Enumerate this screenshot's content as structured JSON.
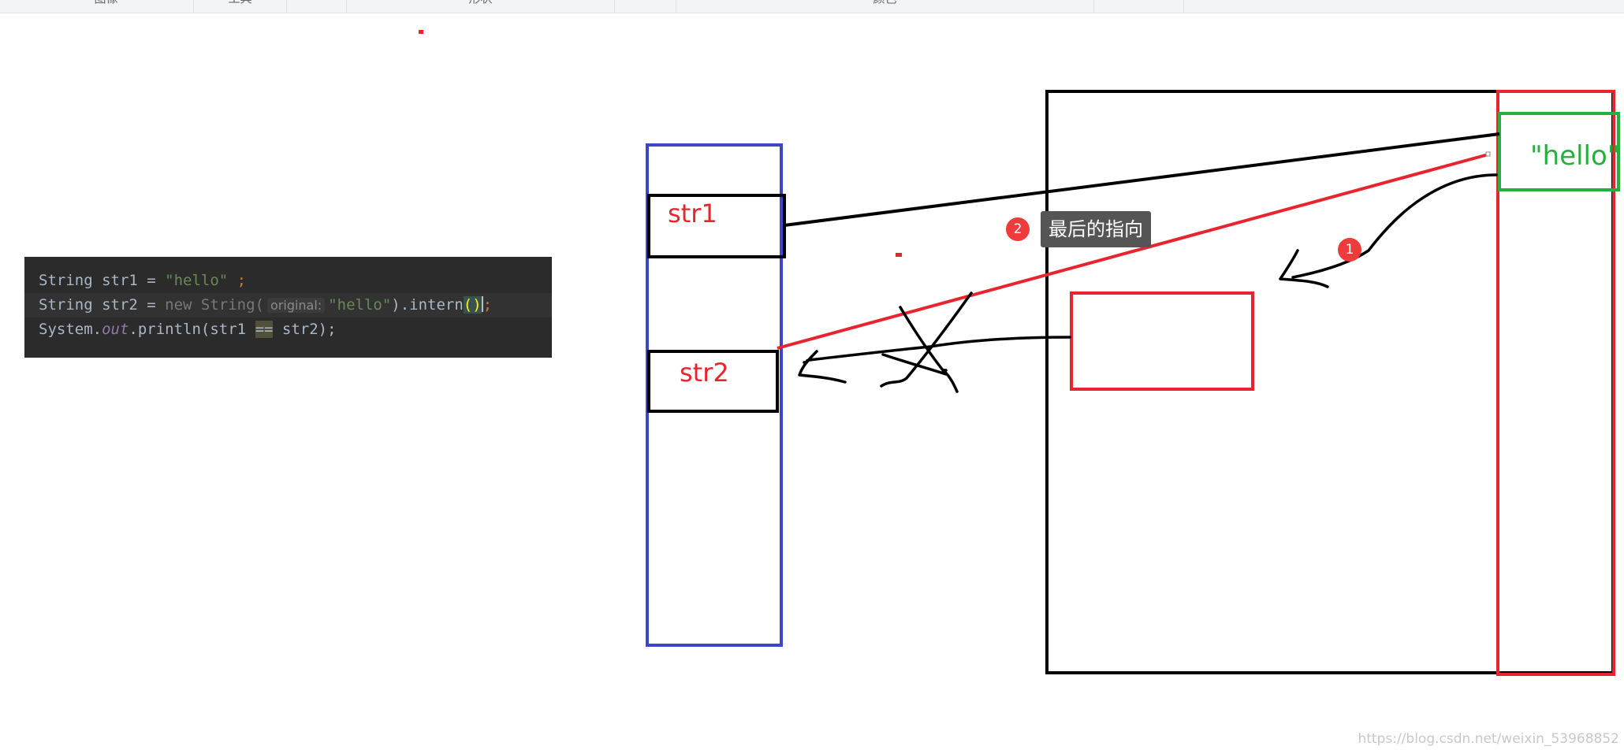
{
  "toolbar": {
    "sections": [
      "图像",
      "工具",
      "",
      "形状",
      "",
      "颜色",
      ""
    ]
  },
  "code": {
    "line1": {
      "prefix": "String str1 = ",
      "string": "\"hello\"",
      "semicolon": " ;"
    },
    "line2": {
      "prefix": "String str2 = ",
      "keyword_new": "new",
      "class_call": " String(",
      "param_hint": "original:",
      "string": "\"hello\"",
      "method": ").intern",
      "parens": "()",
      "semicolon": ";"
    },
    "line3": {
      "prefix": "System.",
      "field": "out",
      "method": ".println(str1 ",
      "operator": "==",
      "suffix": " str2);"
    }
  },
  "diagram": {
    "labels": {
      "str1": "str1",
      "str2": "str2",
      "hello": "\"hello\""
    },
    "annotation": {
      "badge_final": "2",
      "badge_first": "1",
      "tooltip": "最后的指向"
    },
    "colors": {
      "stack_border": "#3b47c4",
      "reference_box": "#000000",
      "heap_border": "#000000",
      "pool_border": "#e8242e",
      "string_constant_border": "#27ae3f",
      "object_box": "#e8242e",
      "final_pointer": "#e8242e",
      "ink": "#000000"
    },
    "icons": [
      "cross-out-mark-icon",
      "hand-drawn-arrow-icon"
    ]
  },
  "watermark": "https://blog.csdn.net/weixin_53968852"
}
